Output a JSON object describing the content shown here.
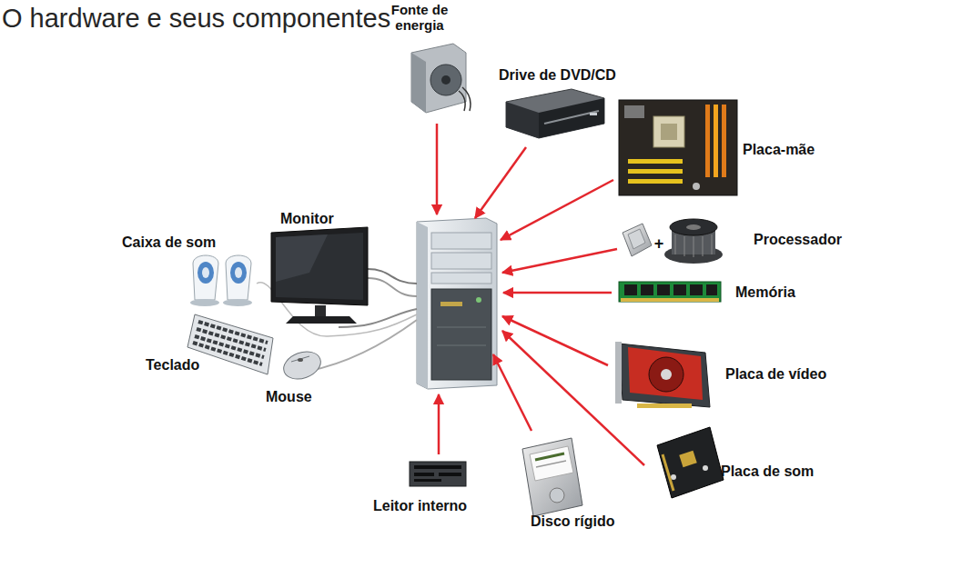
{
  "diagram": {
    "title": "O hardware e seus componentes",
    "labels": [
      "Fonte de energia",
      "Drive de DVD/CD",
      "Placa-mãe",
      "Processador",
      "+",
      "Memória",
      "Caixa de som",
      "Monitor",
      "Teclado",
      "Mouse",
      "Placa de vídeo",
      "Leitor interno",
      "Disco rígido",
      "Placa de som"
    ]
  }
}
